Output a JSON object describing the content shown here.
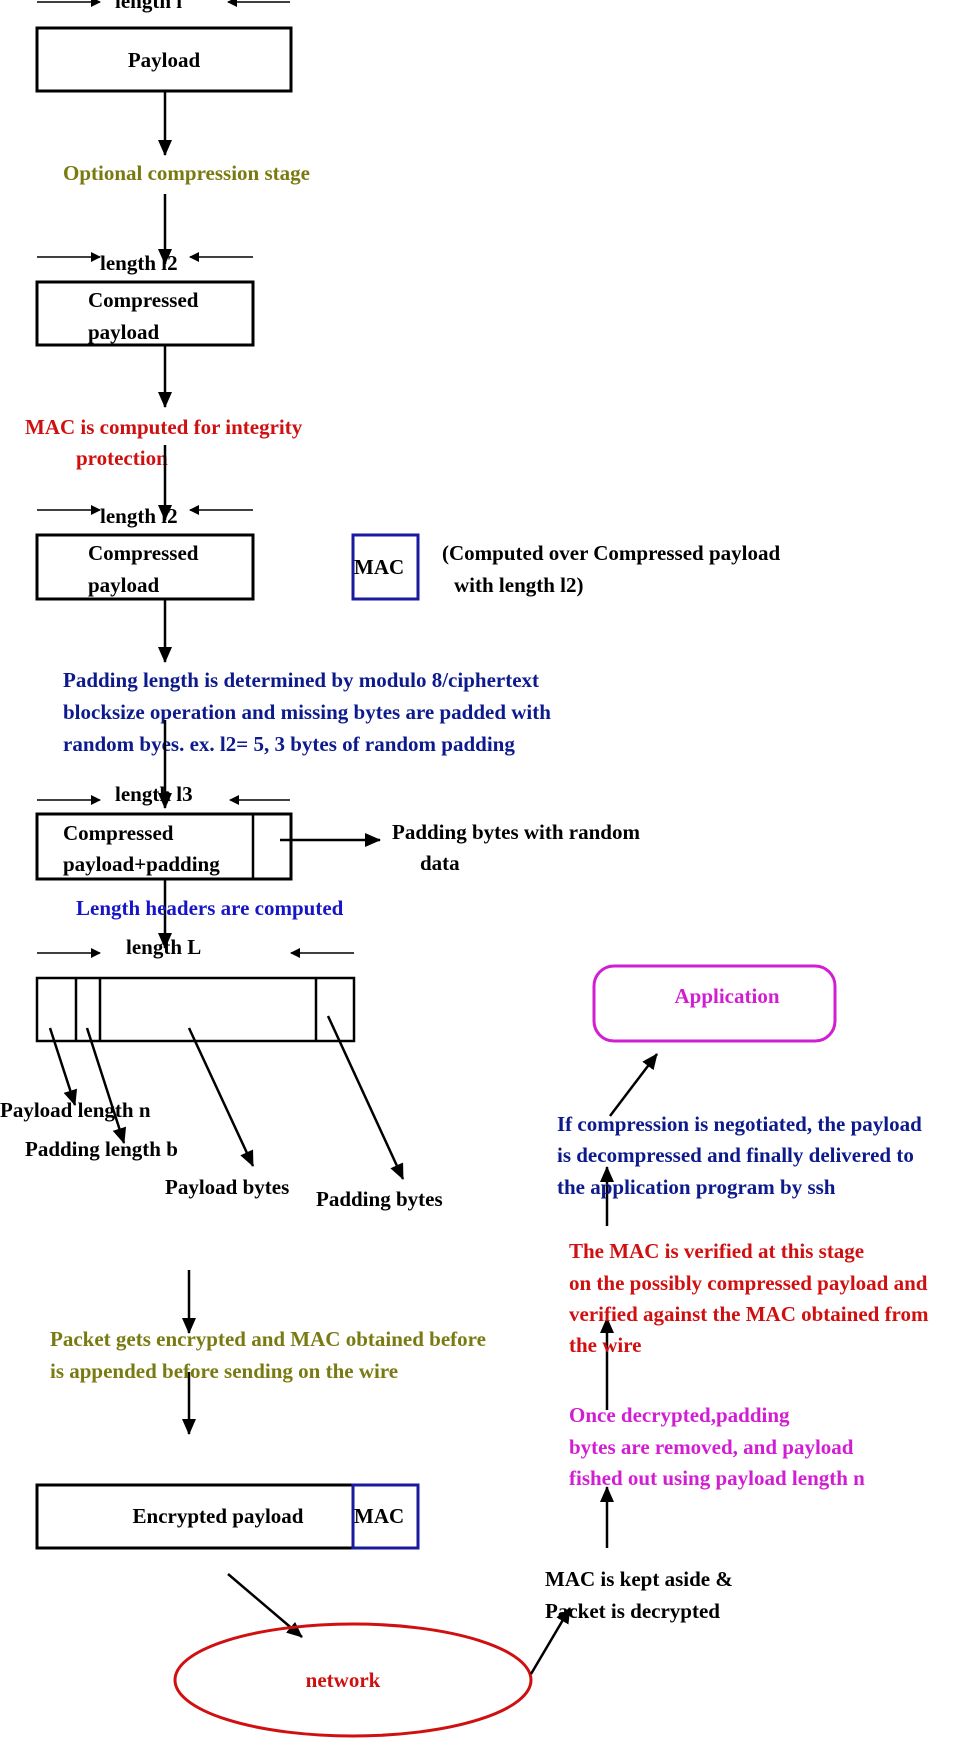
{
  "diagram": {
    "title": "SSH binary packet processing",
    "sender": {
      "length_l1": "length l",
      "payload_box": "Payload",
      "compression_stage": "Optional compression stage",
      "length_l2": "length l2",
      "compressed_box": [
        "Compressed",
        "payload"
      ],
      "mac_computed": [
        "MAC is computed for integrity",
        "protection"
      ],
      "length_l2_b": "length l2",
      "compressed_box_b": [
        "Compressed",
        "payload"
      ],
      "mac_box": "MAC",
      "mac_note": [
        "(Computed over Compressed payload",
        "with length l2)"
      ],
      "padding_note": [
        "Padding length is determined by modulo 8/ciphertext",
        "blocksize operation and missing bytes are padded with",
        "random byes. ex. l2= 5, 3 bytes of random padding"
      ],
      "length_l3": "length l3",
      "padded_box": [
        "Compressed",
        "payload+padding"
      ],
      "padding_bytes_note": [
        "Padding bytes with random",
        "data"
      ],
      "length_headers": "Length headers are computed",
      "length_L": "length L",
      "packet_fields": {
        "payload_length": "Payload length n",
        "padding_length": "Padding length b",
        "payload_bytes": "Payload bytes",
        "padding_bytes": "Padding bytes"
      },
      "encrypt_note": [
        "Packet gets encrypted and MAC obtained before",
        "is appended before sending on the wire"
      ],
      "encrypted_box": "Encrypted payload",
      "encrypted_mac": "MAC"
    },
    "network": "network",
    "receiver": {
      "decrypt_note": [
        "MAC is kept aside &",
        "Packet is decrypted"
      ],
      "padding_removed_note": [
        "Once decrypted,padding",
        "bytes are removed, and payload",
        "fished out using payload length n"
      ],
      "mac_verify_note": [
        "The MAC is verified at this stage",
        "on the possibly compressed payload and",
        "verified against the MAC obtained from",
        "the wire"
      ],
      "decompress_note": [
        "If compression is negotiated, the payload",
        "is decompressed and finally delivered to",
        "the application program by ssh"
      ],
      "application_box": "Application"
    },
    "colors": {
      "olive": "#7a7a12",
      "red": "#d01010",
      "navy": "#0d1a8c",
      "blue": "#1616c8",
      "magenta": "#d21ed2",
      "mac_border": "#1a1aa0"
    }
  }
}
